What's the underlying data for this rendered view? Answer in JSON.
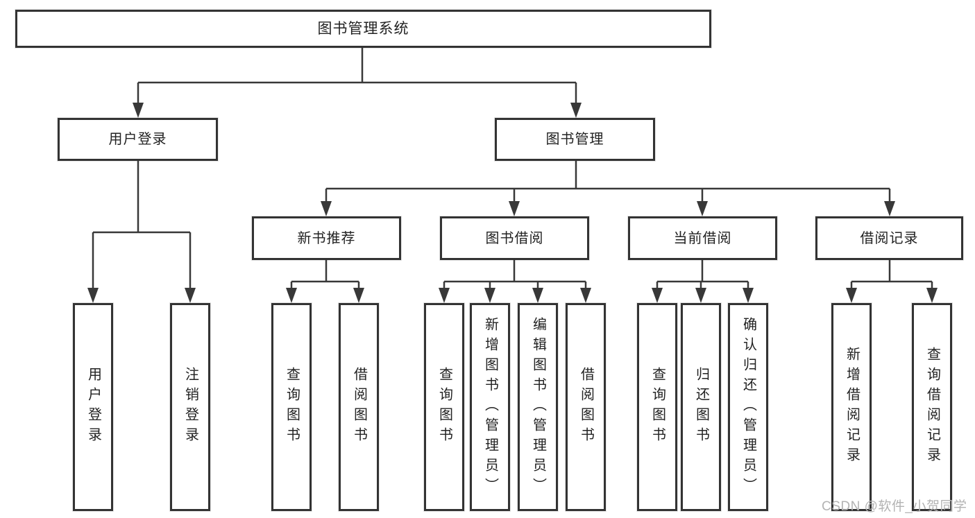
{
  "colors": {
    "line": "#383838",
    "border": "#333333",
    "text": "#222222",
    "watermark": "#b3b3b3",
    "bg": "#ffffff"
  },
  "root": {
    "label": "图书管理系统"
  },
  "level2": [
    {
      "label": "用户登录"
    },
    {
      "label": "图书管理"
    }
  ],
  "level3": [
    {
      "label": "新书推荐",
      "parent": "图书管理"
    },
    {
      "label": "图书借阅",
      "parent": "图书管理"
    },
    {
      "label": "当前借阅",
      "parent": "图书管理"
    },
    {
      "label": "借阅记录",
      "parent": "图书管理"
    }
  ],
  "leaves": [
    {
      "label": "用户登录",
      "parent": "用户登录"
    },
    {
      "label": "注销登录",
      "parent": "用户登录"
    },
    {
      "label": "查询图书",
      "parent": "新书推荐"
    },
    {
      "label": "借阅图书",
      "parent": "新书推荐"
    },
    {
      "label": "查询图书",
      "parent": "图书借阅"
    },
    {
      "label": "新增图书（管理员）",
      "parent": "图书借阅"
    },
    {
      "label": "编辑图书（管理员）",
      "parent": "图书借阅"
    },
    {
      "label": "借阅图书",
      "parent": "图书借阅"
    },
    {
      "label": "查询图书",
      "parent": "当前借阅"
    },
    {
      "label": "归还图书",
      "parent": "当前借阅"
    },
    {
      "label": "确认归还（管理员）",
      "parent": "当前借阅"
    },
    {
      "label": "新增借阅记录",
      "parent": "借阅记录"
    },
    {
      "label": "查询借阅记录",
      "parent": "借阅记录"
    }
  ],
  "watermark": "CSDN @软件_小贺同学"
}
